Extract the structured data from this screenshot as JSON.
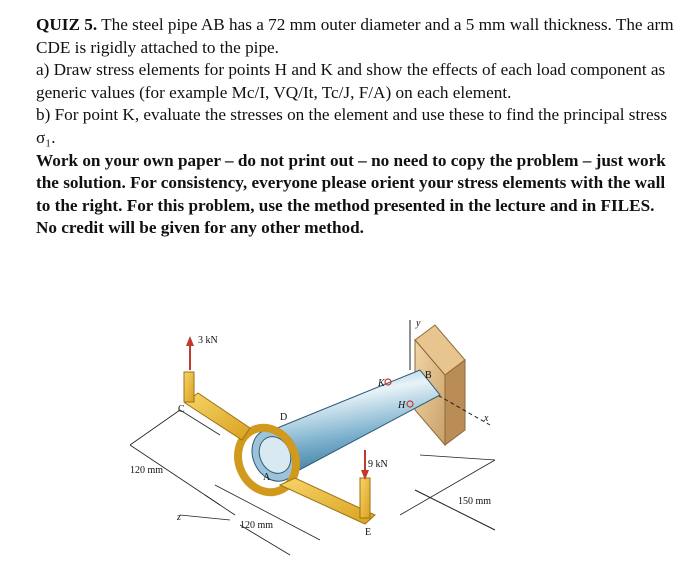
{
  "quiz": {
    "title": "QUIZ 5.",
    "intro": "The steel pipe AB has a 72 mm outer diameter and a 5 mm wall thickness. The arm CDE is rigidly attached to the pipe.",
    "part_a": "a) Draw stress elements for points H and K and show the effects of each load component as generic values (for example Mc/I, VQ/It, Tc/J, F/A) on each element.",
    "part_b": "b) For point K, evaluate the stresses on the element and use these to find the principal stress σ₁.",
    "instructions": "Work on your own paper – do not print out – no need to copy the problem – just work the solution. For consistency, everyone please orient your stress elements with the wall to the right. For this problem, use the method presented in the lecture and in FILES. No credit will be given for any other method."
  },
  "figure": {
    "load_top": "3 kN",
    "load_bottom": "9 kN",
    "dim_left": "120 mm",
    "dim_bottom": "120 mm",
    "dim_right": "150 mm",
    "label_c": "C",
    "label_d": "D",
    "label_a": "A",
    "label_e": "E",
    "label_b": "B",
    "label_k": "K",
    "label_h": "H",
    "axis_x": "x",
    "axis_y": "y",
    "axis_z": "z"
  }
}
